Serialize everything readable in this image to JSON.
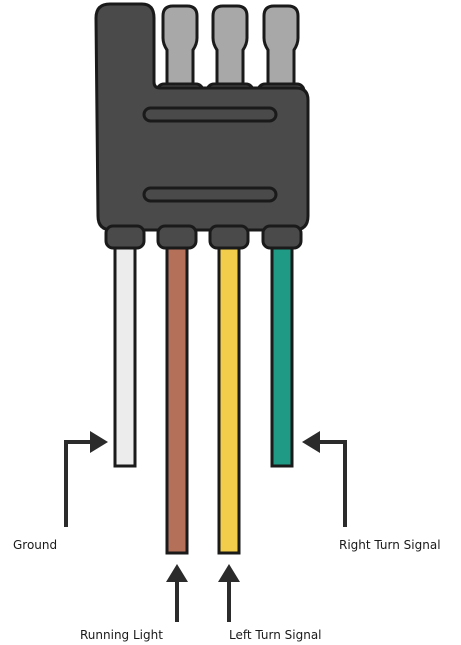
{
  "labels": {
    "ground": "Ground",
    "running_light": "Running Light",
    "left_turn": "Left Turn Signal",
    "right_turn": "Right Turn Signal"
  },
  "colors": {
    "housing": "#4a4a4a",
    "outline": "#1a1a1a",
    "pin": "#a8a8a8",
    "wire_ground": "#ececec",
    "wire_running": "#b5705a",
    "wire_left": "#f2cc4b",
    "wire_right": "#1f9a85",
    "arrow": "#2b2b2b"
  }
}
